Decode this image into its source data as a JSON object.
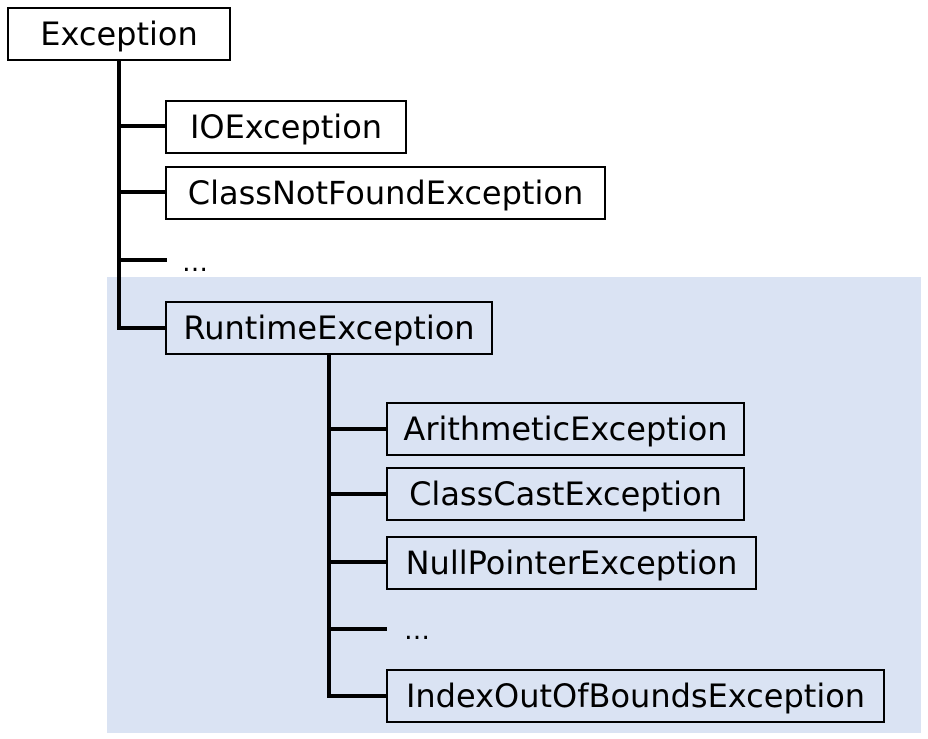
{
  "diagram": {
    "root": {
      "label": "Exception",
      "children": [
        {
          "label": "IOException"
        },
        {
          "label": "ClassNotFoundException"
        },
        {
          "label": "…"
        },
        {
          "label": "RuntimeException",
          "highlighted": true,
          "children": [
            {
              "label": "ArithmeticException"
            },
            {
              "label": "ClassCastException"
            },
            {
              "label": "NullPointerException"
            },
            {
              "label": "…"
            },
            {
              "label": "IndexOutOfBoundsException"
            }
          ]
        }
      ]
    },
    "colors": {
      "highlight": "#dae3f3",
      "line": "#000000",
      "box_border": "#000000",
      "box_fill": "#ffffff",
      "text": "#000000"
    }
  }
}
